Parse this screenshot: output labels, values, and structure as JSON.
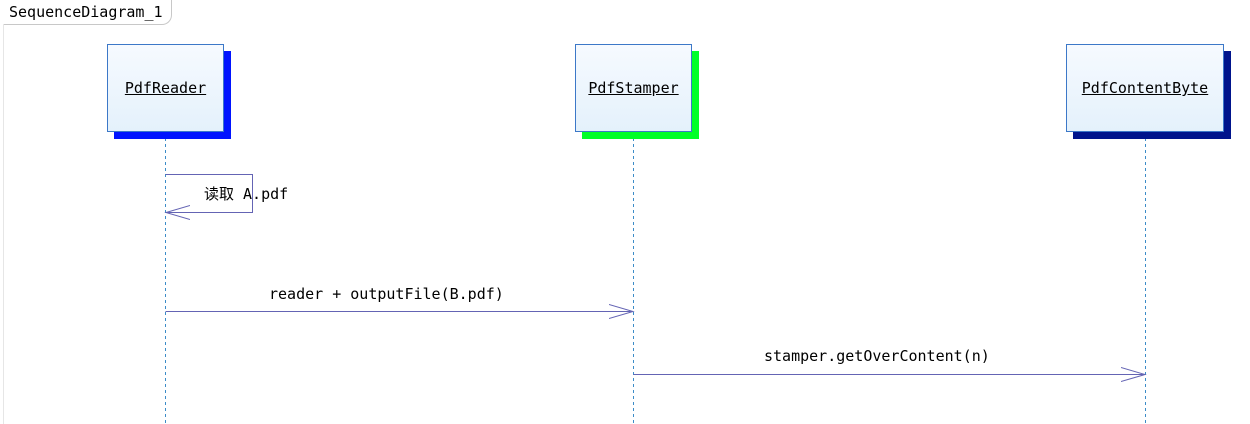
{
  "diagram": {
    "title": "SequenceDiagram_1",
    "lifelines": [
      {
        "name": "PdfReader",
        "shadow_color": "#0014ff"
      },
      {
        "name": "PdfStamper",
        "shadow_color": "#00ff28"
      },
      {
        "name": "PdfContentByte",
        "shadow_color": "#00148c"
      }
    ],
    "messages": [
      {
        "from": "PdfReader",
        "to": "PdfReader",
        "label": "读取 A.pdf"
      },
      {
        "from": "PdfReader",
        "to": "PdfStamper",
        "label": "reader + outputFile(B.pdf)"
      },
      {
        "from": "PdfStamper",
        "to": "PdfContentByte",
        "label": "stamper.getOverContent(n)"
      }
    ],
    "colors": {
      "lifeline_border": "#3c78c8",
      "lifeline_dash": "#3c8cc8",
      "message_line": "#6464b4"
    }
  }
}
